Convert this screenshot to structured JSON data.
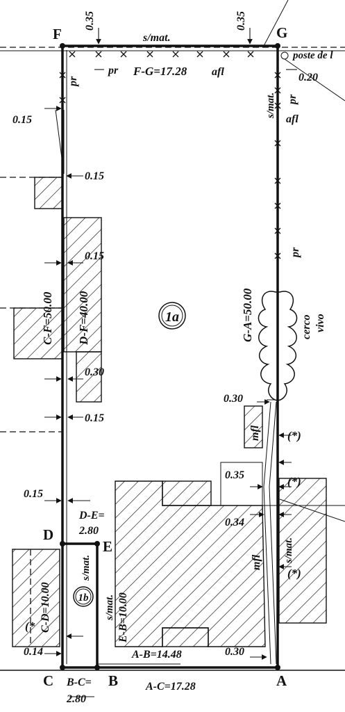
{
  "points": {
    "F": "F",
    "G": "G",
    "D": "D",
    "E": "E",
    "C": "C",
    "B": "B",
    "A": "A"
  },
  "lots": {
    "lot_1a": "1a",
    "lot_1b": "1b"
  },
  "measures": {
    "fg": "F-G=17.28",
    "ga": "G-A=50.00",
    "cf": "C-F=50.00",
    "df": "D-F=40.00",
    "de_label": "D-E=",
    "de_value": "2.80",
    "cd": "C-D=10.00",
    "eb": "E-B=10.00",
    "ab": "A-B=14.48",
    "ac": "A-C=17.28",
    "bc_label": "B-C=",
    "bc_value": "2.80"
  },
  "offsets": {
    "top_left": "0.35",
    "top_right": "0.35",
    "right_top": "0.20",
    "left_015_a": "0.15",
    "left_015_b": "0.15",
    "left_015_c": "0.15",
    "left_030": "0.30",
    "left_015_d": "0.15",
    "left_015_e": "0.15",
    "right_030_a": "0.30",
    "right_035": "0.35",
    "right_034": "0.34",
    "bottom_030": "0.30",
    "bottom_014": "0.14"
  },
  "annotations": {
    "smat_top": "s/mat.",
    "smat_right": "s/mat.",
    "smat_right_low": "s/mat.",
    "smat_1b": "s/mat.",
    "smat_eb": "s/mat.",
    "pr_top": "pr",
    "pr_left": "pr",
    "pr_right_top": "pr",
    "pr_right_mid": "pr",
    "afl_top": "afl",
    "afl_right": "afl",
    "mfl_upper": "mfl",
    "mfl_lower": "mfl",
    "poste": "poste de l",
    "cerco": "cerco",
    "vivo": "vivo",
    "star_1": "(*)",
    "star_2": "(*)",
    "star_3": "(*)",
    "star_left": "(*"
  }
}
